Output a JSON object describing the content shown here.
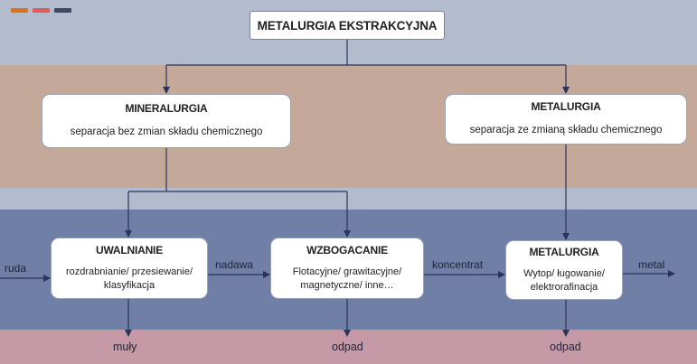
{
  "accents": [
    "#d9731f",
    "#e55763",
    "#3e4660"
  ],
  "title": "METALURGIA EKSTRAKCYJNA",
  "mineralurgia": {
    "title": "MINERALURGIA",
    "subtitle": "separacja bez zmian składu chemicznego"
  },
  "metalurgia_top": {
    "title": "METALURGIA",
    "subtitle": "separacja ze zmianą składu chemicznego"
  },
  "uwalnianie": {
    "title": "UWALNIANIE",
    "subtitle_line1": "rozdrabnianie/ przesiewanie/",
    "subtitle_line2": "klasyfikacja"
  },
  "wzbogacanie": {
    "title": "WZBOGACANIE",
    "subtitle_line1": "Flotacyjne/ grawitacyjne/",
    "subtitle_line2": "magnetyczne/ inne…"
  },
  "metalurgia_bottom": {
    "title": "METALURGIA",
    "subtitle_line1": "Wytop/ ługowanie/",
    "subtitle_line2": "elektrorafinacja"
  },
  "flow_labels": {
    "input": "ruda",
    "after_uwalnianie": "nadawa",
    "after_wzbogacanie": "koncentrat",
    "output": "metal"
  },
  "waste_labels": {
    "uwalnianie": "muły",
    "wzbogacanie": "odpad",
    "metalurgia": "odpad"
  },
  "colors": {
    "band_top": "#b3bcce",
    "band_brown": "#c4a89a",
    "band_blue": "#6f7fa6",
    "band_pink": "#c59aa6",
    "line": "#2a3358"
  }
}
